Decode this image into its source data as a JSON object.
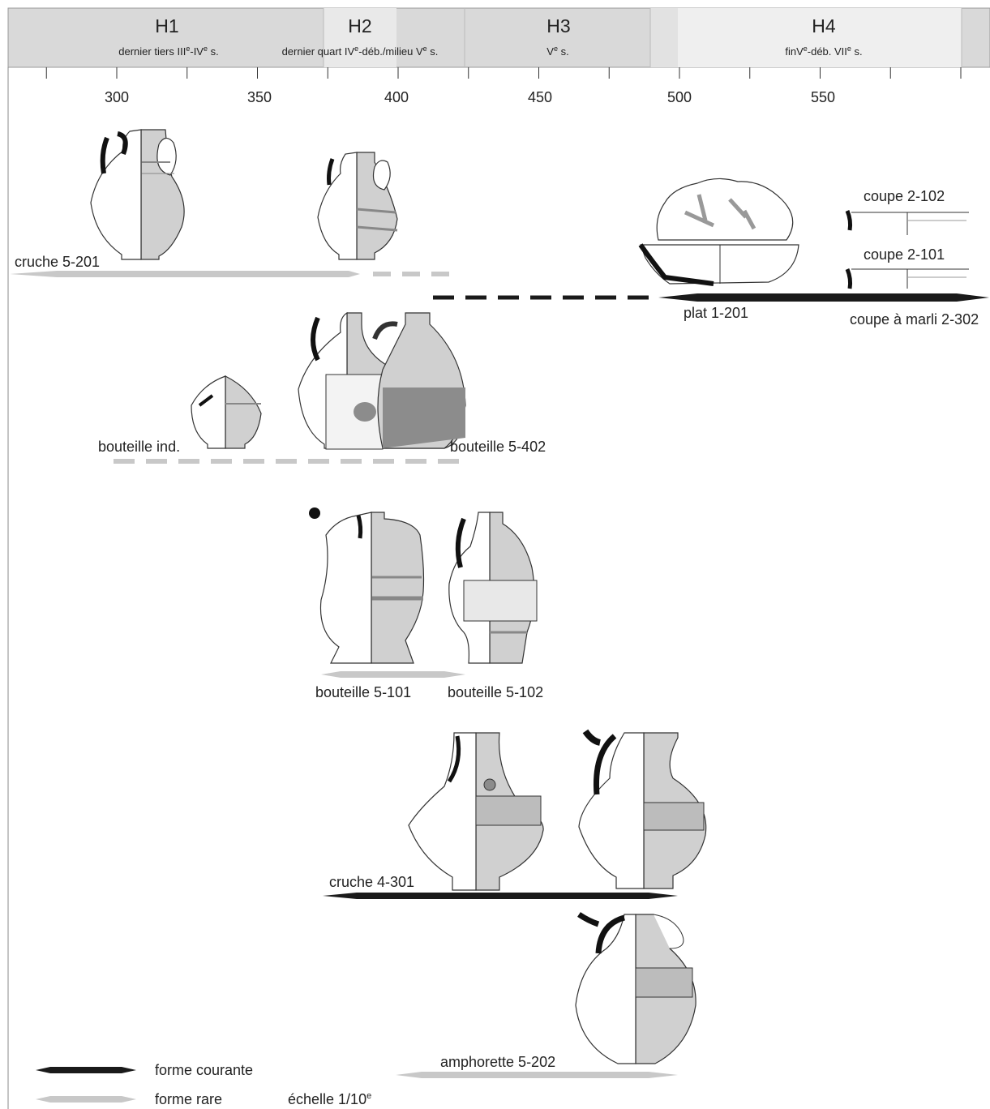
{
  "periods": [
    {
      "code": "H1",
      "range_pre": "dernier tiers III",
      "range_sup1": "e",
      "range_mid": "-IV",
      "range_sup2": "e",
      "range_post": " s."
    },
    {
      "code": "H2",
      "range_pre": "dernier quart IV",
      "range_sup1": "e",
      "range_mid": "-déb./milieu V",
      "range_sup2": "e",
      "range_post": " s."
    },
    {
      "code": "H3",
      "range_pre": "V",
      "range_sup1": "e",
      "range_mid": " s.",
      "range_sup2": "",
      "range_post": ""
    },
    {
      "code": "H4",
      "range_pre": "finV",
      "range_sup1": "e",
      "range_mid": "-déb. VII",
      "range_sup2": "e",
      "range_post": " s."
    }
  ],
  "axis": {
    "ticks": [
      "300",
      "350",
      "400",
      "450",
      "500",
      "550"
    ]
  },
  "forms": {
    "cruche_5_201": "cruche 5-201",
    "coupe_2_102": "coupe 2-102",
    "coupe_2_101": "coupe 2-101",
    "plat_1_201": "plat 1-201",
    "coupe_marli_2_302": "coupe à marli 2-302",
    "bouteille_ind": "bouteille ind.",
    "bouteille_5_402": "bouteille 5-402",
    "bouteille_5_101": "bouteille 5-101",
    "bouteille_5_102": "bouteille 5-102",
    "cruche_4_301": "cruche 4-301",
    "amphorette_5_202": "amphorette 5-202"
  },
  "legend": {
    "common": "forme courante",
    "rare": "forme rare",
    "scale_pre": "échelle 1/10",
    "scale_sup": "e"
  },
  "colors": {
    "common": "#1a1a1a",
    "rare": "#c8c8c8",
    "header": "#d9d9d9",
    "header_light": "#efefef",
    "vessel_fill": "#d0d0d0",
    "vessel_dark": "#8c8c8c"
  }
}
